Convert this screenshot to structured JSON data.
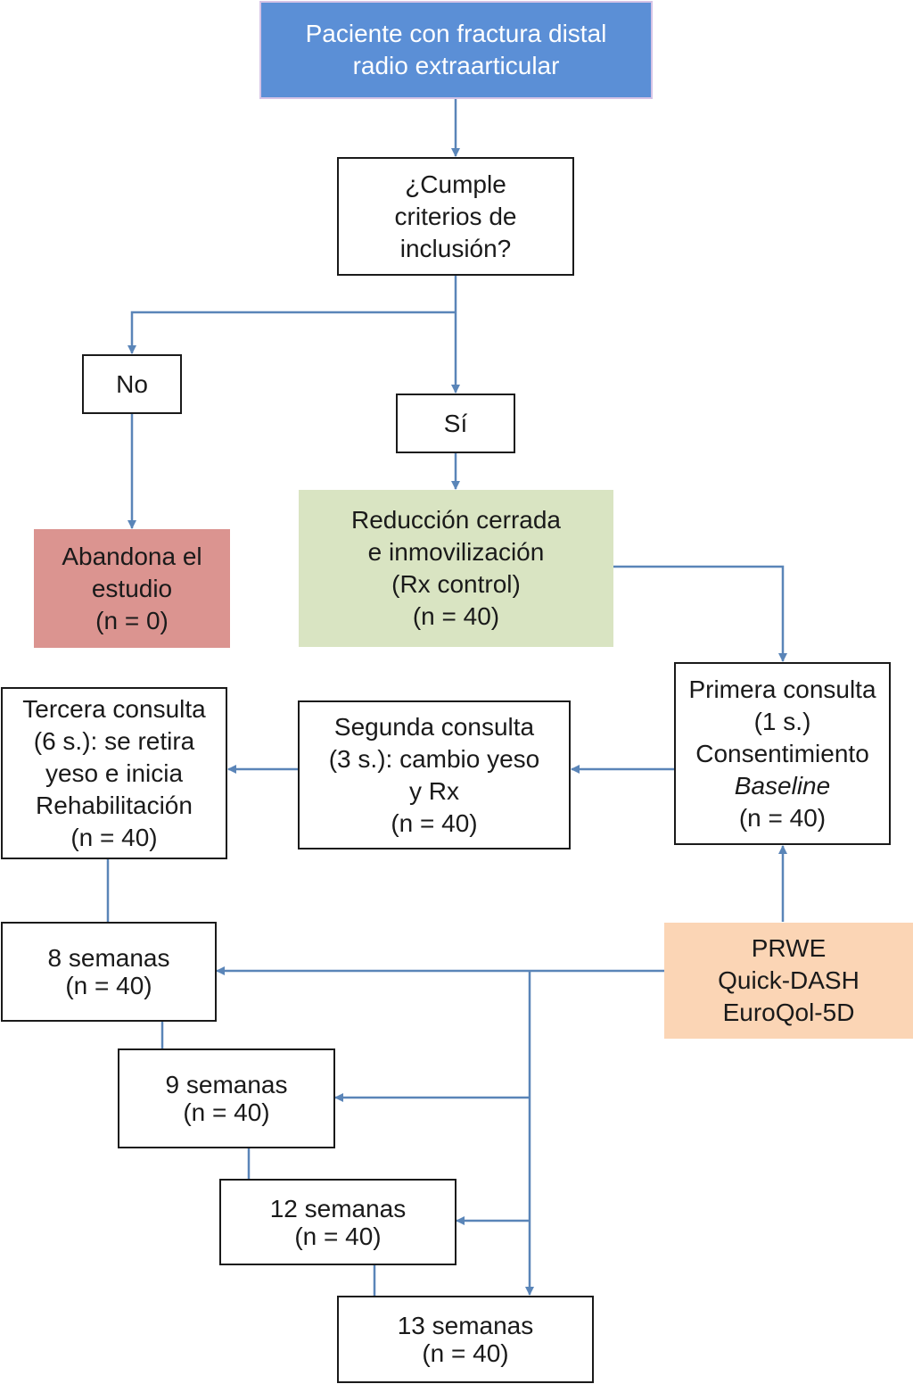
{
  "colors": {
    "connector": "#5a85b8",
    "start_box": "#5b8fd6",
    "treatment_box": "#d9e4c2",
    "exit_box": "#db9490",
    "questionnaire_box": "#fbd5b5"
  },
  "nodes": {
    "start": [
      "Paciente con fractura distal",
      "radio extraarticular"
    ],
    "inclusion_question": [
      "¿Cumple",
      "criterios de",
      "inclusión?"
    ],
    "no": [
      "No"
    ],
    "yes": [
      "Sí"
    ],
    "dropout": [
      "Abandona el",
      "estudio",
      "(n = 0)"
    ],
    "reduction": [
      "Reducción cerrada",
      "e inmovilización",
      "(Rx control)",
      "(n = 40)"
    ],
    "first_visit": [
      "Primera consulta",
      "(1 s.)",
      "Consentimiento",
      "Baseline",
      "(n = 40)"
    ],
    "second_visit": [
      "Segunda consulta",
      "(3 s.): cambio yeso",
      "y Rx",
      "(n = 40)"
    ],
    "third_visit": [
      "Tercera consulta",
      "(6 s.): se retira",
      "yeso e inicia",
      "Rehabilitación",
      "(n = 40)"
    ],
    "questionnaires": [
      "PRWE",
      "Quick-DASH",
      "EuroQol-5D"
    ],
    "week_8": [
      "8 semanas",
      "(n = 40)"
    ],
    "week_9": [
      "9 semanas",
      "(n = 40)"
    ],
    "week_12": [
      "12 semanas",
      "(n = 40)"
    ],
    "week_13": [
      "13 semanas",
      "(n = 40)"
    ]
  }
}
